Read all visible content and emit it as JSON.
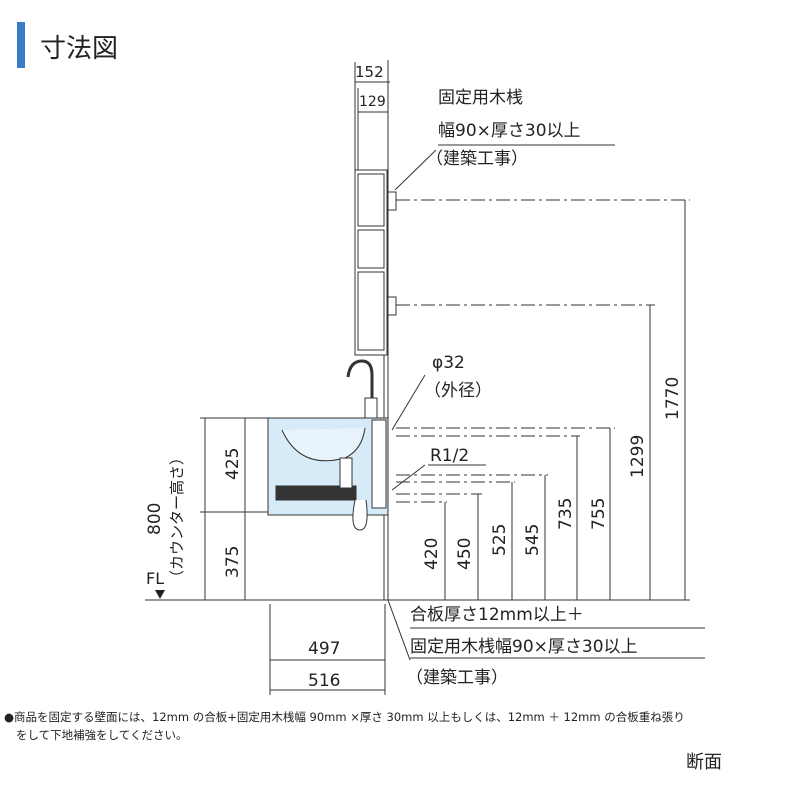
{
  "title": "寸法図",
  "accent_color": "#3a7cc8",
  "basin_color": "#d6eaf8",
  "labels": {
    "wood_top_1": "固定用木桟",
    "wood_top_2": "幅90×厚さ30以上",
    "wood_top_3": "（建築工事）",
    "pipe_1": "φ32",
    "pipe_2": "（外径）",
    "thread": "R1/2",
    "fl": "FL",
    "counter_height": "（カウンター高さ）",
    "wall_1": "合板厚さ12mm以上＋",
    "wall_2": "固定用木桟幅90×厚さ30以上",
    "wall_3": "（建築工事）"
  },
  "dimensions": {
    "d152": "152",
    "d129": "129",
    "d1770": "1770",
    "d1299": "1299",
    "d755": "755",
    "d735": "735",
    "d545": "545",
    "d525": "525",
    "d450": "450",
    "d420": "420",
    "d800": "800",
    "d425": "425",
    "d375": "375",
    "d497": "497",
    "d516": "516"
  },
  "footnote": {
    "line1": "●商品を固定する壁面には、12mm の合板+固定用木桟幅 90mm ×厚さ 30mm 以上もしくは、12mm ＋ 12mm の合板重ね張り",
    "line2": "をして下地補強をしてください。"
  },
  "section_label": "断面"
}
